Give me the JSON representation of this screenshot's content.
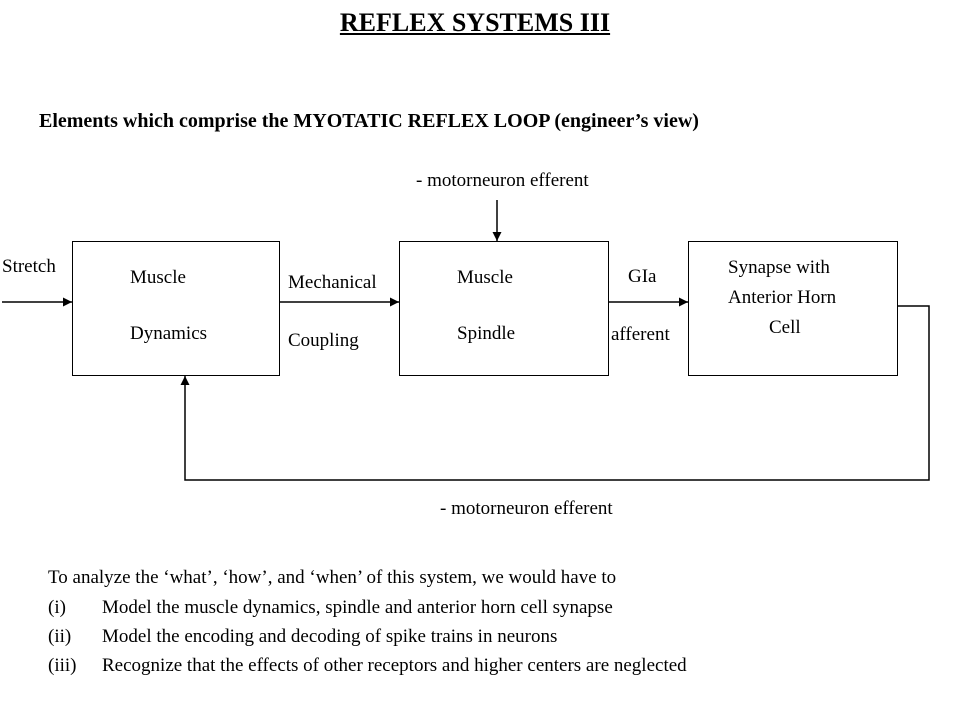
{
  "title": "REFLEX SYSTEMS III",
  "subtitle": "Elements which comprise the MYOTATIC REFLEX LOOP  (engineer’s view)",
  "diagram": {
    "top_input_label": "- motorneuron efferent",
    "input_label": "Stretch",
    "blocks": {
      "muscle_dynamics": {
        "line1": "Muscle",
        "line2": "Dynamics"
      },
      "muscle_spindle": {
        "line1": "Muscle",
        "line2": "Spindle"
      },
      "synapse": {
        "line1": "Synapse with",
        "line2": "Anterior Horn",
        "line3": "Cell"
      }
    },
    "link1": {
      "line1": "Mechanical",
      "line2": "Coupling"
    },
    "link2": {
      "line1": "GIa",
      "line2": "afferent"
    },
    "feedback_label": "- motorneuron efferent"
  },
  "analysis": {
    "intro": "To analyze the ‘what’, ‘how’, and ‘when’ of this system, we would have to",
    "items": [
      {
        "num": "(i)",
        "text": "Model the muscle dynamics, spindle and anterior horn cell synapse"
      },
      {
        "num": "(ii)",
        "text": "Model the encoding and decoding of spike trains in neurons"
      },
      {
        "num": "(iii)",
        "text": "Recognize that the effects of other receptors and higher centers are neglected"
      }
    ]
  }
}
